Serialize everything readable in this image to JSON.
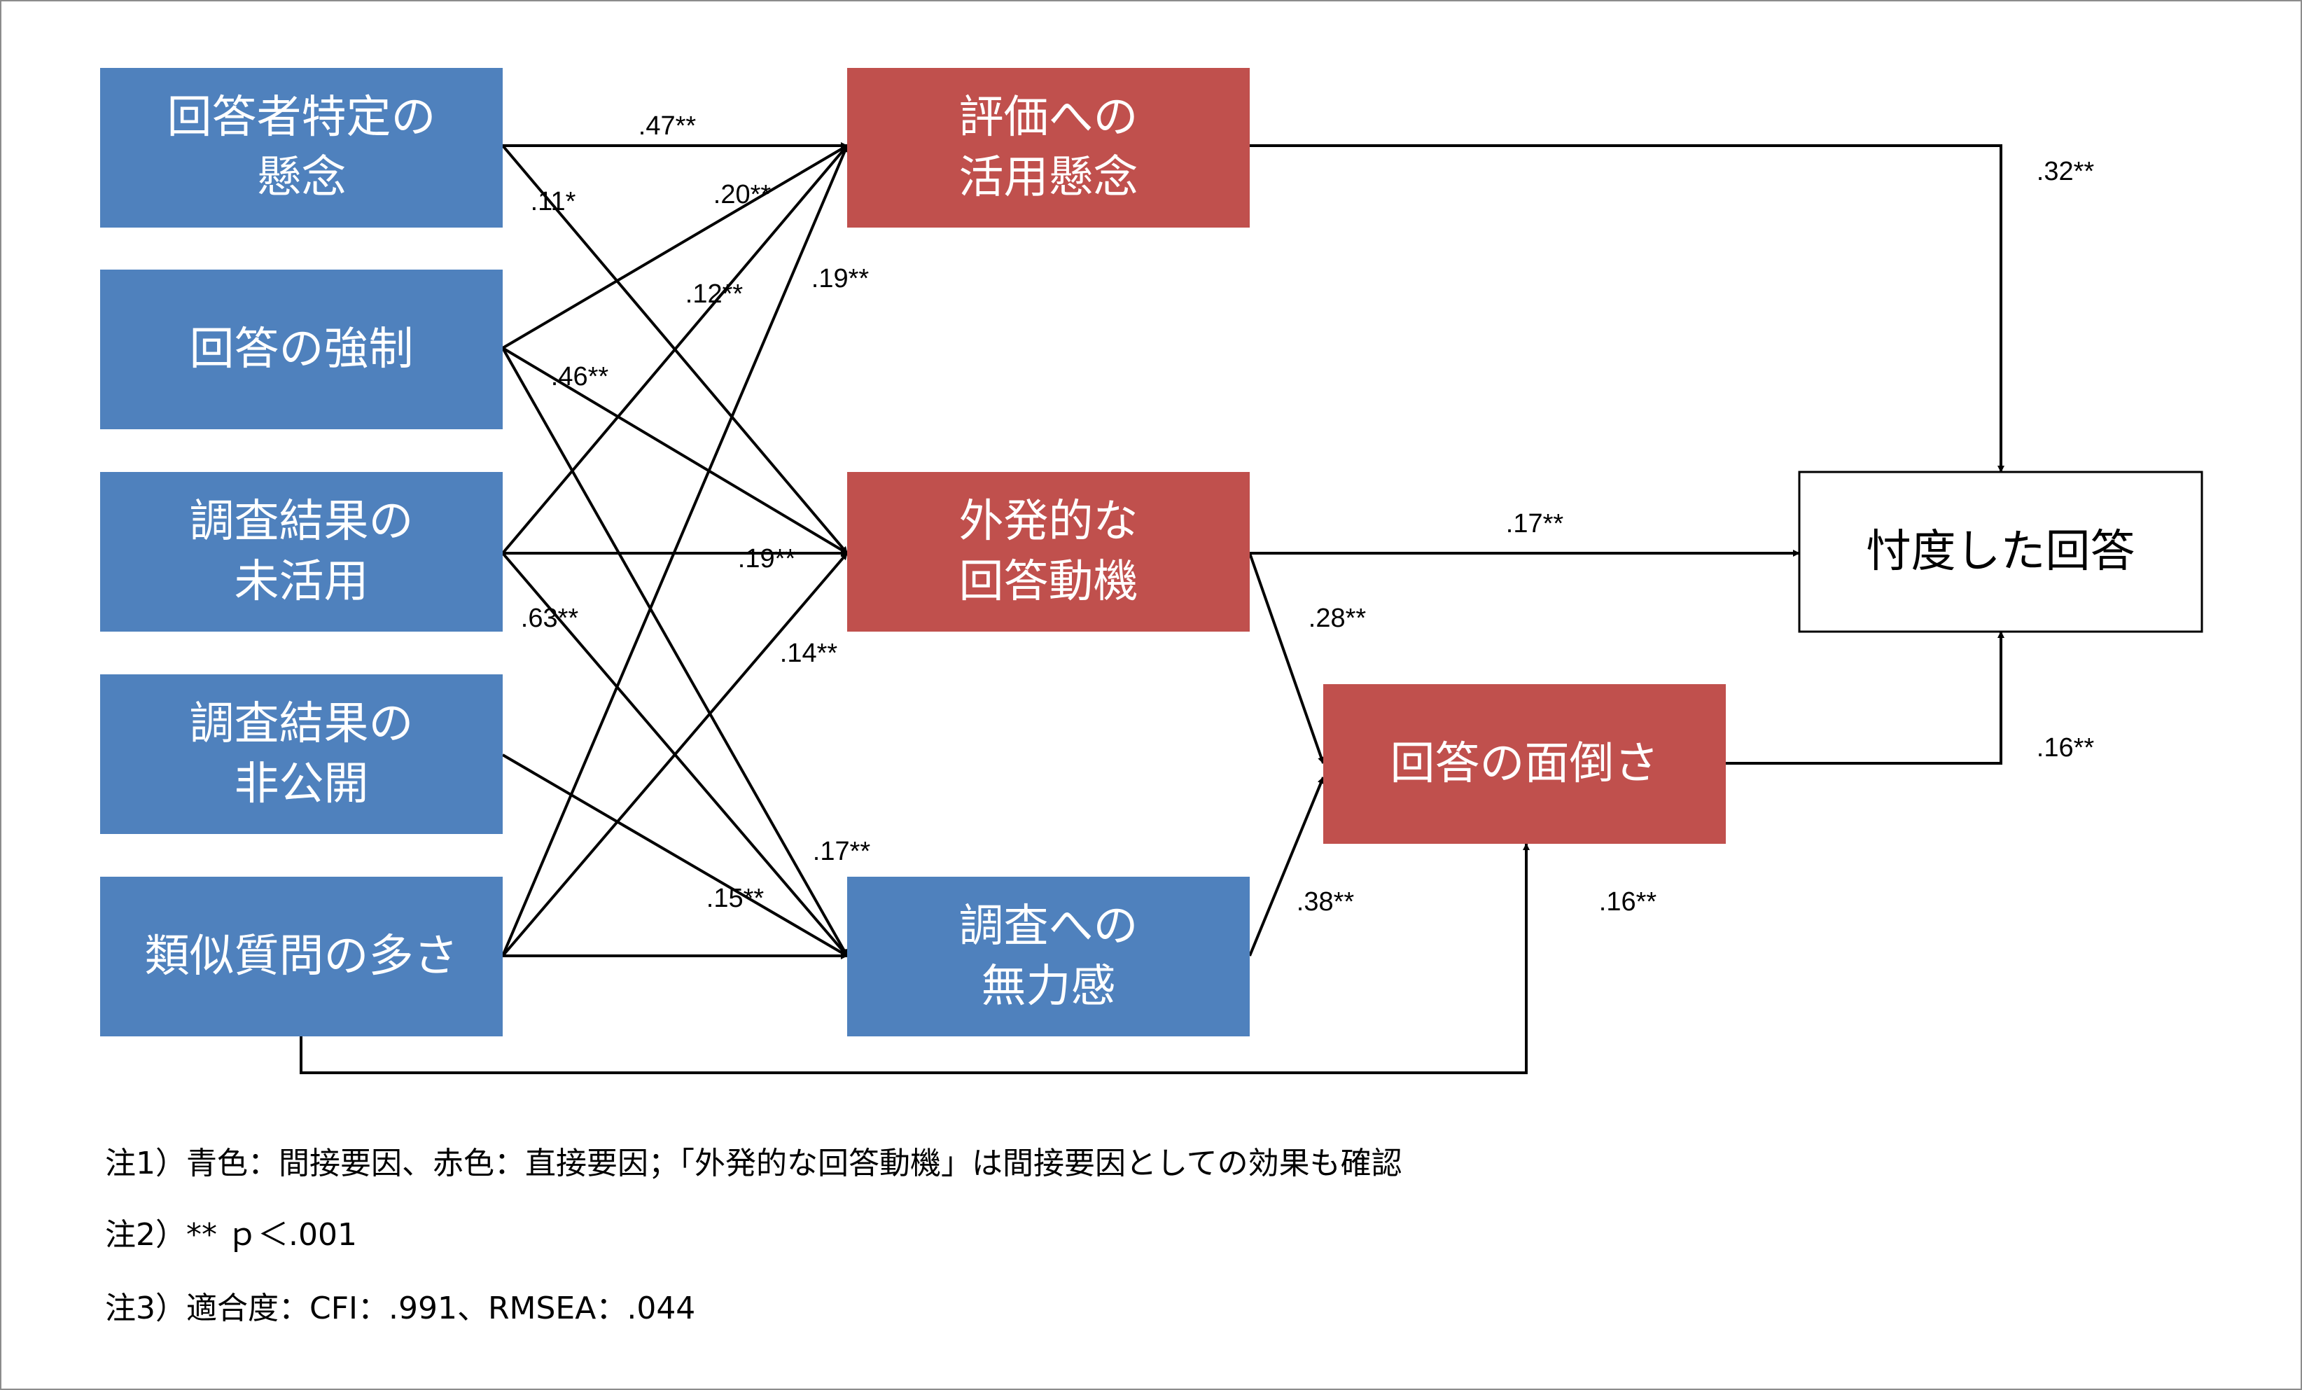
{
  "colors": {
    "indirect": "#4f81bd",
    "direct": "#c0504d",
    "outcome_fill": "#ffffff",
    "line": "#000000"
  },
  "nodes": {
    "q_identification": {
      "lines": [
        "回答者特定の",
        "懸念"
      ],
      "type": "indirect"
    },
    "q_forced": {
      "lines": [
        "回答の強制"
      ],
      "type": "indirect"
    },
    "q_unused": {
      "lines": [
        "調査結果の",
        "未活用"
      ],
      "type": "indirect"
    },
    "q_undisclosed": {
      "lines": [
        "調査結果の",
        "非公開"
      ],
      "type": "indirect"
    },
    "q_similar": {
      "lines": [
        "類似質問の多さ"
      ],
      "type": "indirect"
    },
    "m_evaluation": {
      "lines": [
        "評価への",
        "活用懸念"
      ],
      "type": "direct"
    },
    "m_extrinsic": {
      "lines": [
        "外発的な",
        "回答動機"
      ],
      "type": "direct"
    },
    "m_helpless": {
      "lines": [
        "調査への",
        "無力感"
      ],
      "type": "indirect"
    },
    "m_bother": {
      "lines": [
        "回答の面倒さ"
      ],
      "type": "direct"
    },
    "outcome": {
      "lines": [
        "忖度した回答"
      ],
      "type": "outcome"
    }
  },
  "paths": [
    {
      "from": "q_identification",
      "to": "m_evaluation",
      "coef": ".47**"
    },
    {
      "from": "q_identification",
      "to": "m_extrinsic",
      "coef": ".11*"
    },
    {
      "from": "q_forced",
      "to": "m_evaluation",
      "coef": ".20**"
    },
    {
      "from": "q_forced",
      "to": "m_extrinsic",
      "coef": ".46**"
    },
    {
      "from": "q_forced",
      "to": "m_helpless",
      "coef": ""
    },
    {
      "from": "q_unused",
      "to": "m_evaluation",
      "coef": ".12**"
    },
    {
      "from": "q_unused",
      "to": "m_extrinsic",
      "coef": ".19**"
    },
    {
      "from": "q_unused",
      "to": "m_helpless",
      "coef": ".63**"
    },
    {
      "from": "q_undisclosed",
      "to": "m_helpless",
      "coef": ".15**"
    },
    {
      "from": "q_similar",
      "to": "m_evaluation",
      "coef": ".19**"
    },
    {
      "from": "q_similar",
      "to": "m_extrinsic",
      "coef": ".14**"
    },
    {
      "from": "q_similar",
      "to": "m_helpless",
      "coef": ".17**"
    },
    {
      "from": "q_similar",
      "to": "m_bother",
      "coef": ".16**"
    },
    {
      "from": "m_evaluation",
      "to": "outcome",
      "coef": ".32**"
    },
    {
      "from": "m_extrinsic",
      "to": "outcome",
      "coef": ".17**"
    },
    {
      "from": "m_extrinsic",
      "to": "m_bother",
      "coef": ".28**"
    },
    {
      "from": "m_helpless",
      "to": "m_bother",
      "coef": ".38**"
    },
    {
      "from": "m_bother",
      "to": "outcome",
      "coef": ".16**"
    }
  ],
  "notes": {
    "note1": "注1）青色：間接要因、赤色：直接要因；「外発的な回答動機」は間接要因としての効果も確認",
    "note2": "注2）** ｐ＜.001",
    "note3": "注3）適合度：CFI：.991、RMSEA：.044"
  }
}
